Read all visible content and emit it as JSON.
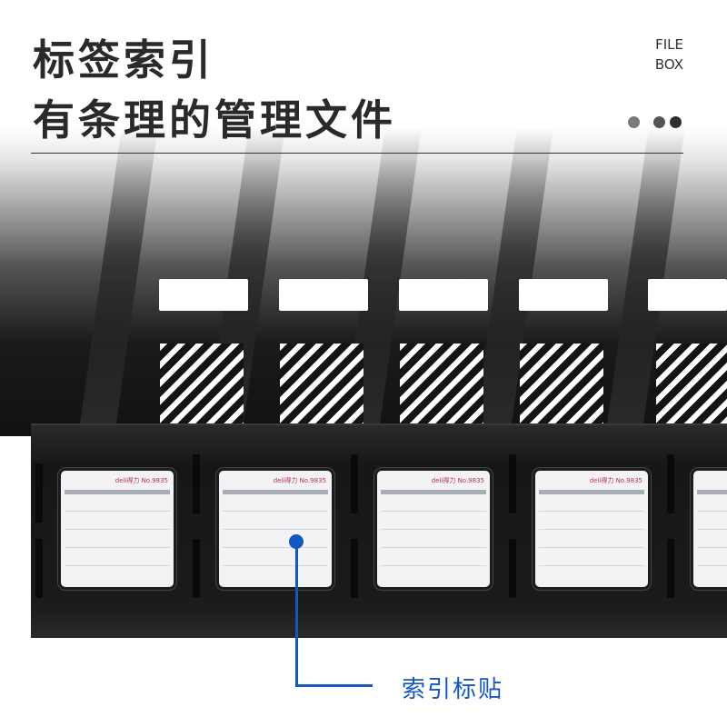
{
  "header": {
    "title_line1": "标签索引",
    "title_line2": "有条理的管理文件",
    "tag_line1": "FILE",
    "tag_line2": "BOX",
    "dots": [
      "#7a7a7a",
      "#555555",
      "#2e2e2e"
    ]
  },
  "label_card": {
    "brand": "deli得力",
    "model": "No.9835"
  },
  "callout": {
    "text": "索引标贴",
    "color": "#1557c0"
  }
}
